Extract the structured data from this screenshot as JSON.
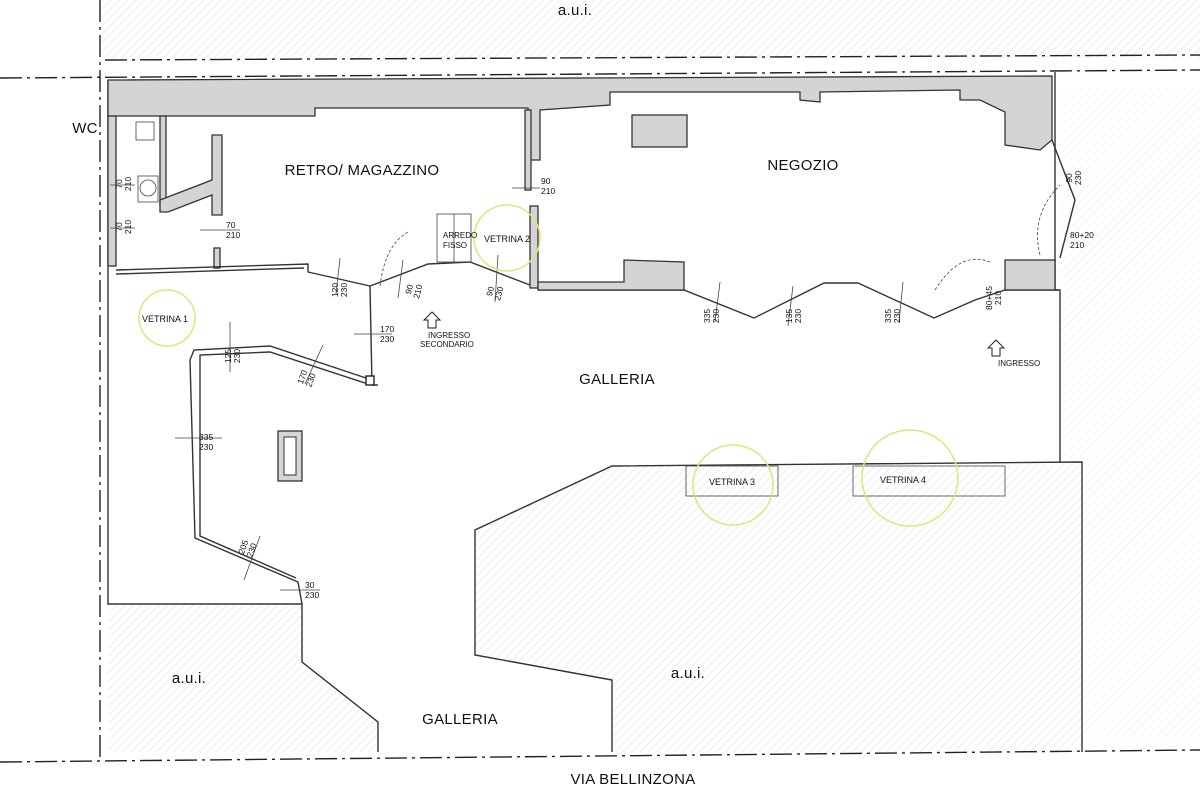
{
  "rooms": {
    "wc": "WC",
    "retro": "RETRO/ MAGAZZINO",
    "negozio": "NEGOZIO",
    "galleria_main": "GALLERIA",
    "galleria_lower": "GALLERIA",
    "aui_top": "a.u.i.",
    "aui_left": "a.u.i.",
    "aui_right": "a.u.i.",
    "street": "VIA BELLINZONA"
  },
  "fixtures": {
    "arredo_line1": "ARREDO",
    "arredo_line2": "FISSO"
  },
  "vetrine": {
    "v1": "VETRINA 1",
    "v2": "VETRINA 2",
    "v3": "VETRINA 3",
    "v4": "VETRINA 4"
  },
  "entrances": {
    "secondary_line1": "INGRESSO",
    "secondary_line2": "SECONDARIO",
    "main": "INGRESSO"
  },
  "dimensions": [
    {
      "id": "d-wc-1",
      "top": "70",
      "bottom": "210"
    },
    {
      "id": "d-wc-2",
      "top": "70",
      "bottom": "210"
    },
    {
      "id": "d-retro-door",
      "top": "70",
      "bottom": "210"
    },
    {
      "id": "d-negozio-door",
      "top": "90",
      "bottom": "210"
    },
    {
      "id": "d-neg-right-1",
      "top": "90",
      "bottom": "230"
    },
    {
      "id": "d-neg-right-2",
      "top": "80+20",
      "bottom": "210"
    },
    {
      "id": "d-neg-right-3",
      "top": "80+45",
      "bottom": "210"
    },
    {
      "id": "d-wall-120",
      "top": "120",
      "bottom": "230"
    },
    {
      "id": "d-door-90a",
      "top": "90",
      "bottom": "210"
    },
    {
      "id": "d-door-90b",
      "top": "90",
      "bottom": "230"
    },
    {
      "id": "d-front-335a",
      "top": "335",
      "bottom": "230"
    },
    {
      "id": "d-front-135",
      "top": "135",
      "bottom": "230"
    },
    {
      "id": "d-front-335b",
      "top": "335",
      "bottom": "230"
    },
    {
      "id": "d-170a",
      "top": "170",
      "bottom": "230"
    },
    {
      "id": "d-170b",
      "top": "170",
      "bottom": "230"
    },
    {
      "id": "d-125",
      "top": "125",
      "bottom": "230"
    },
    {
      "id": "d-335-left",
      "top": "335",
      "bottom": "230"
    },
    {
      "id": "d-205",
      "top": "205",
      "bottom": "230"
    },
    {
      "id": "d-30",
      "top": "30",
      "bottom": "230"
    }
  ],
  "colors": {
    "wall_fill": "#d4d4d4",
    "vetrina_circle": "#e6e27a",
    "line": "#333333"
  }
}
